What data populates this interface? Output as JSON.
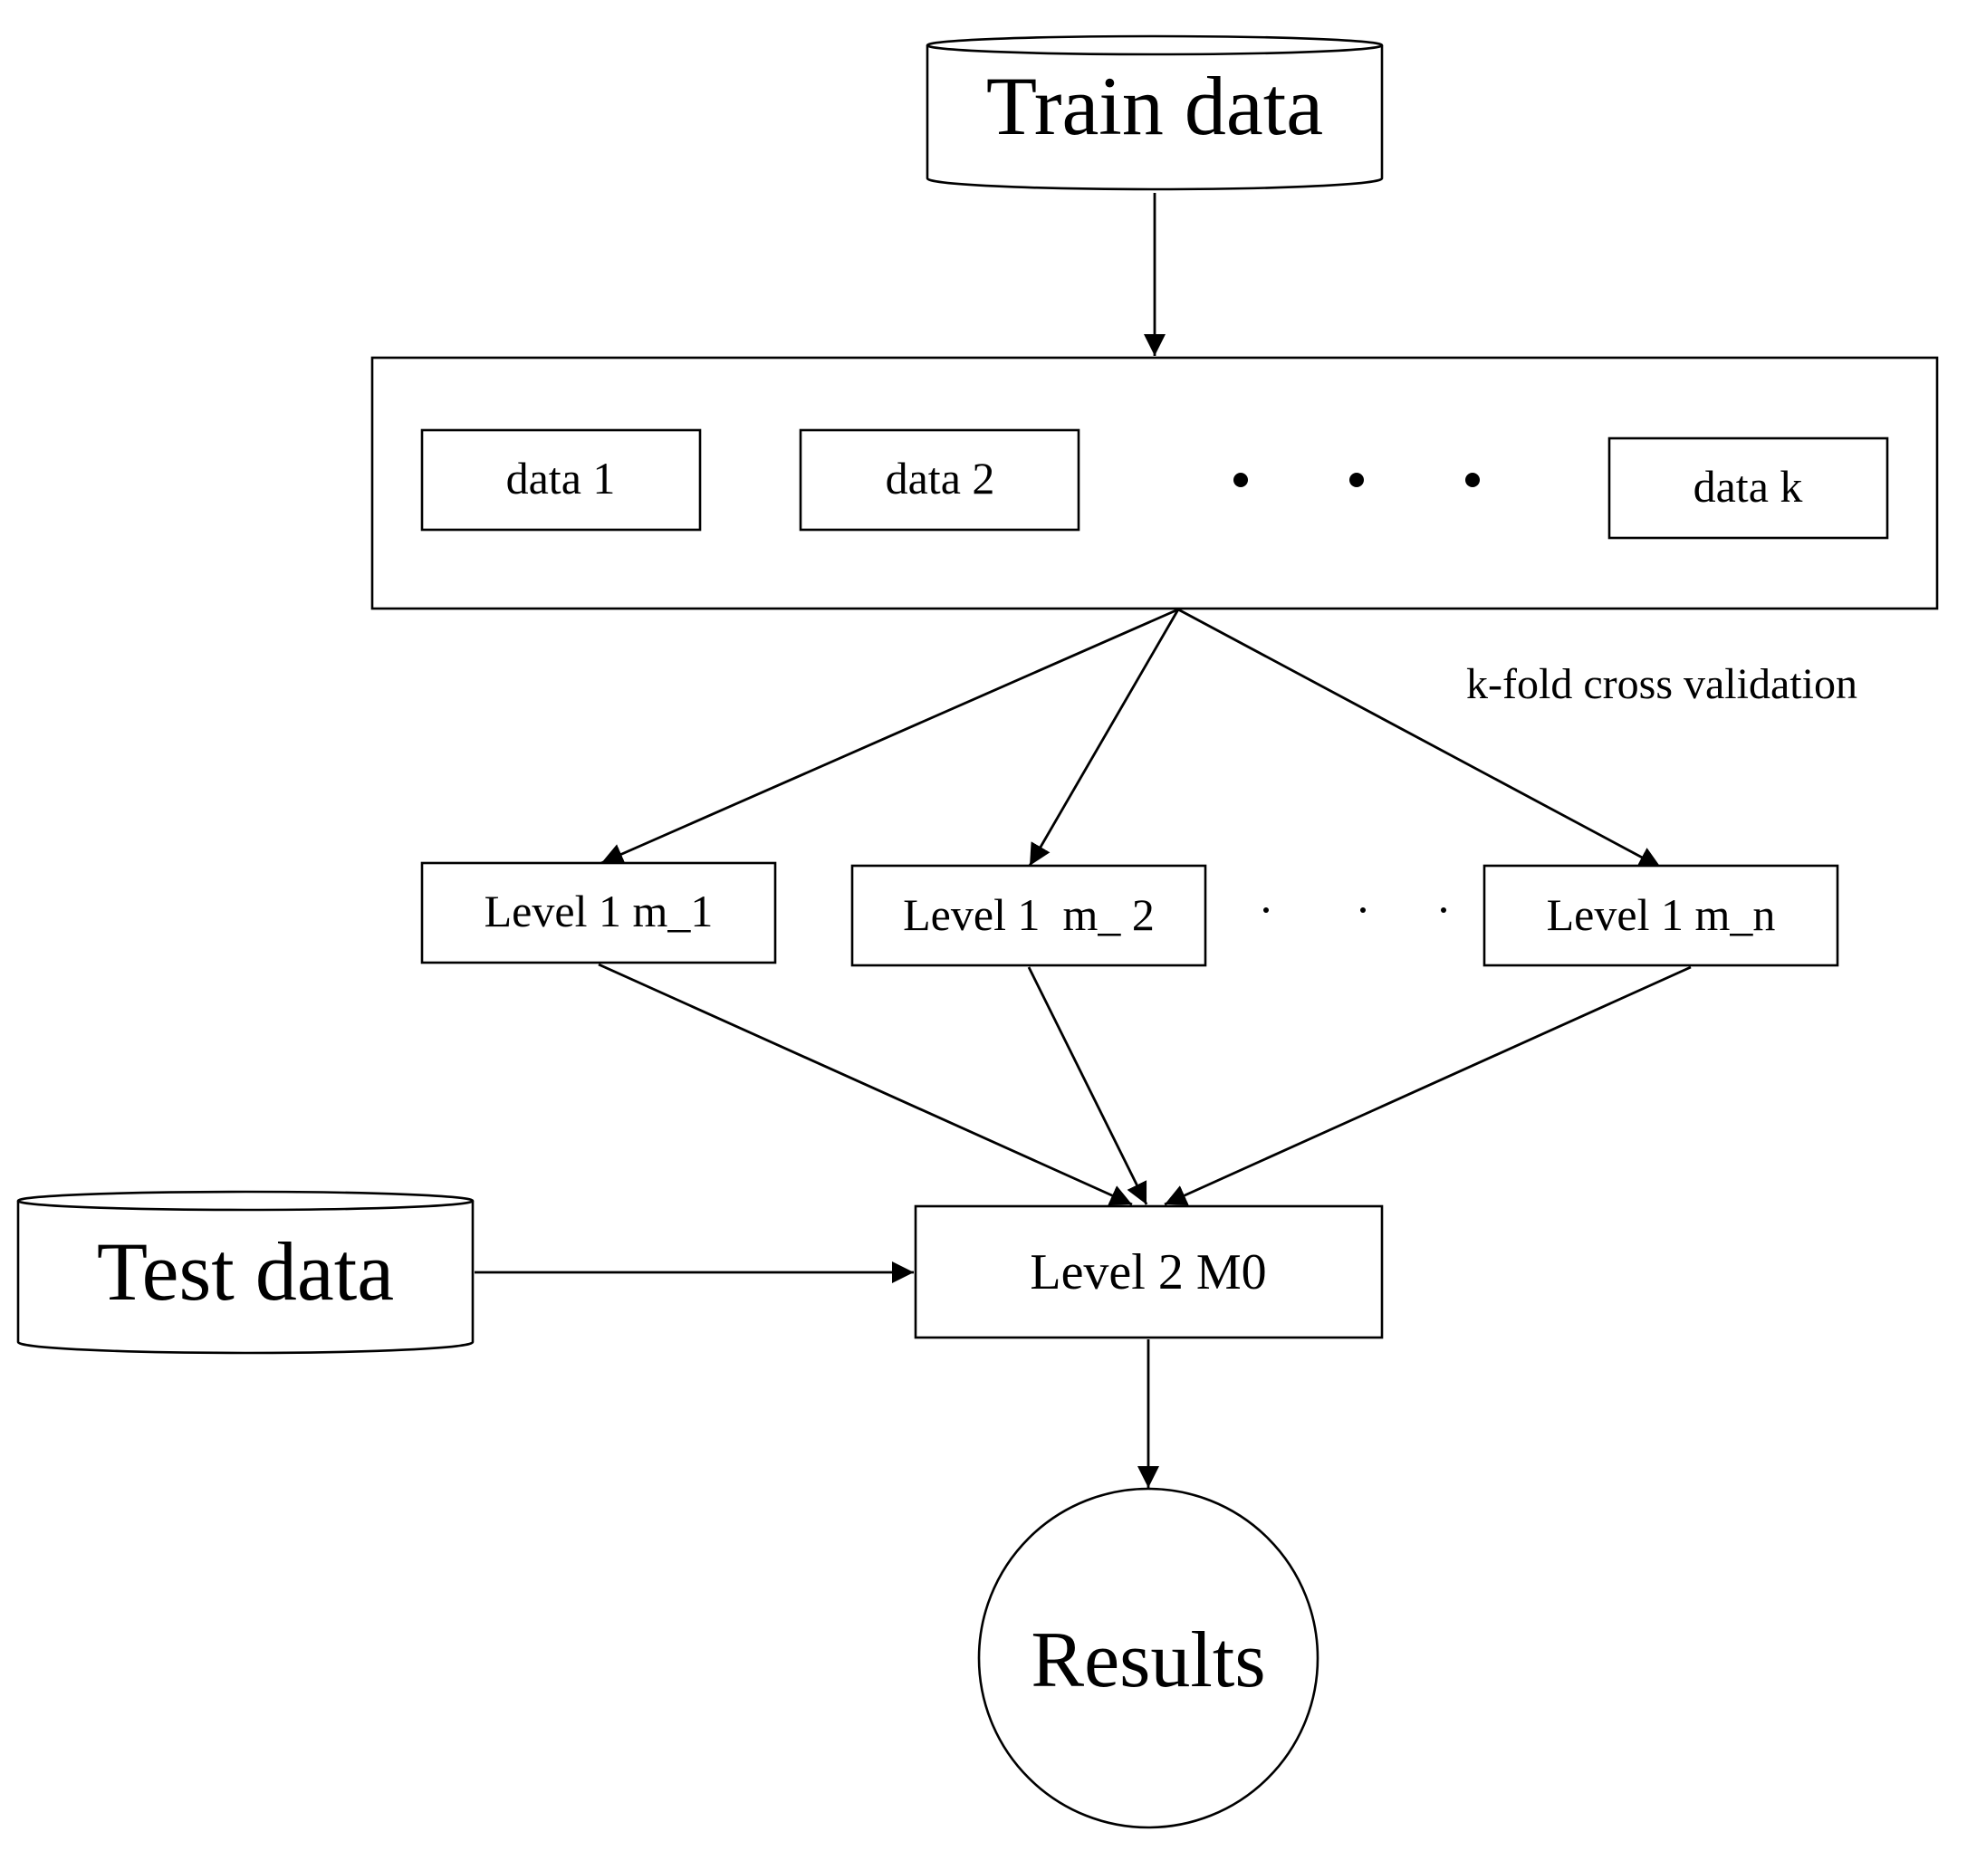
{
  "nodes": {
    "train_data": "Train data",
    "fold_1": "data 1",
    "fold_2": "data 2",
    "fold_k": "data k",
    "level1_m1": "Level 1 m_1",
    "level1_m2": "Level 1  m_ 2",
    "level1_mn": "Level 1 m_n",
    "test_data": "Test data",
    "level2": "Level 2 M0",
    "results": "Results"
  },
  "annotations": {
    "kfold": "k-fold cross validation"
  }
}
